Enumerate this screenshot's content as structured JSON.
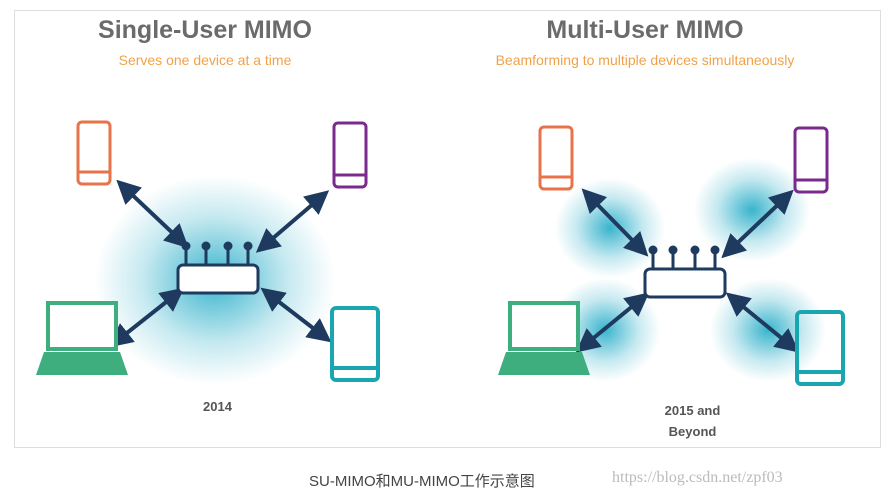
{
  "left": {
    "title": "Single-User MIMO",
    "subtitle": "Serves one device at a time",
    "year": "2014"
  },
  "right": {
    "title": "Multi-User MIMO",
    "subtitle": "Beamforming to multiple devices simultaneously",
    "year_line1": "2015 and",
    "year_line2": "Beyond"
  },
  "caption": "SU-MIMO和MU-MIMO工作示意图",
  "watermark": "https://blog.csdn.net/zpf03",
  "colors": {
    "phone1": "#e8734a",
    "phone2": "#7a2a8c",
    "laptop": "#3fae7e",
    "tablet": "#1aa6b0",
    "arrow": "#1e3a5f",
    "glow": "#17a7c4"
  }
}
